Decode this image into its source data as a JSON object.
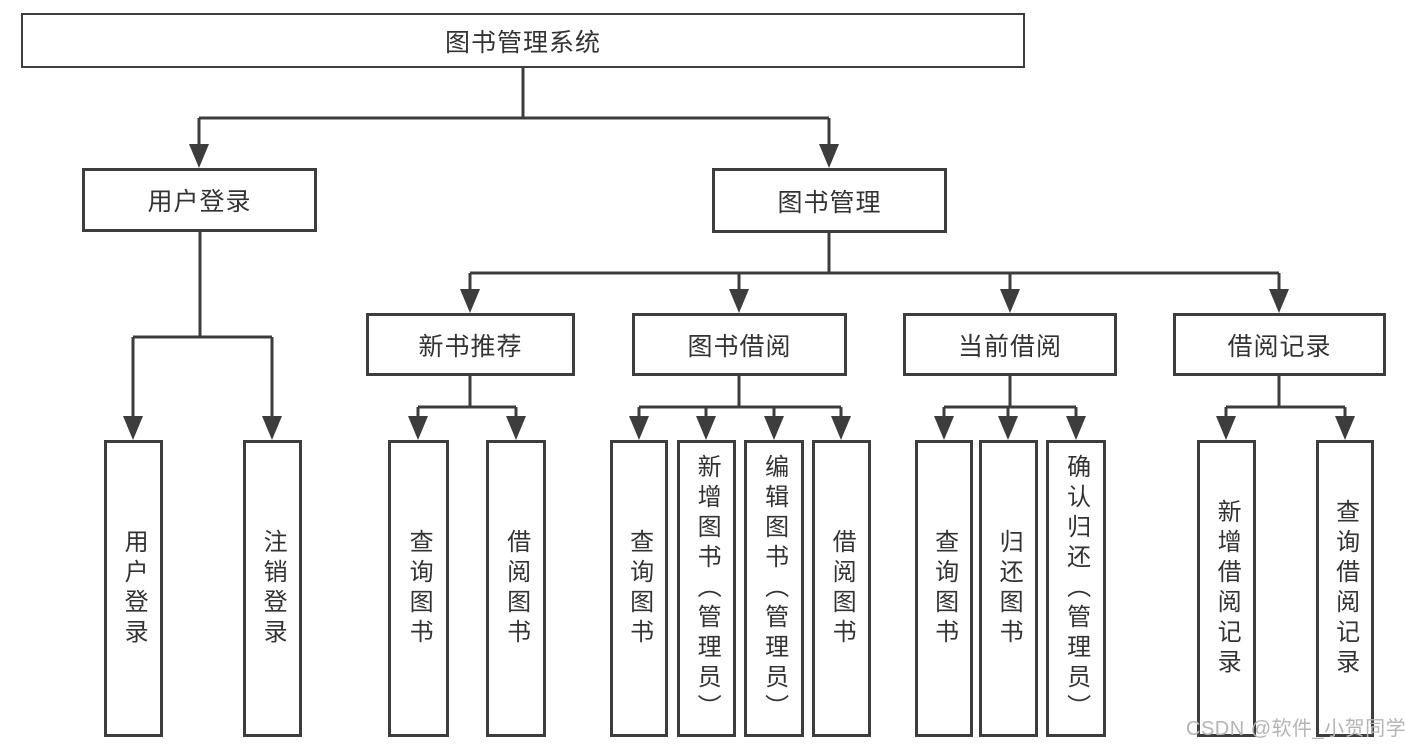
{
  "colors": {
    "background": "#ffffff",
    "line": "#3d3d3d",
    "text": "#333333",
    "watermark_text": "#b5b5b5"
  },
  "tree": {
    "root": {
      "label": "图书管理系统",
      "children": [
        {
          "label": "用户登录",
          "children": [
            {
              "label": "用户登录"
            },
            {
              "label": "注销登录"
            }
          ]
        },
        {
          "label": "图书管理",
          "children": [
            {
              "label": "新书推荐",
              "children": [
                {
                  "label": "查询图书"
                },
                {
                  "label": "借阅图书"
                }
              ]
            },
            {
              "label": "图书借阅",
              "children": [
                {
                  "label": "查询图书"
                },
                {
                  "label": "新增图书（管理员）"
                },
                {
                  "label": "编辑图书（管理员）"
                },
                {
                  "label": "借阅图书"
                }
              ]
            },
            {
              "label": "当前借阅",
              "children": [
                {
                  "label": "查询图书"
                },
                {
                  "label": "归还图书"
                },
                {
                  "label": "确认归还（管理员）"
                }
              ]
            },
            {
              "label": "借阅记录",
              "children": [
                {
                  "label": "新增借阅记录"
                },
                {
                  "label": "查询借阅记录"
                }
              ]
            }
          ]
        }
      ]
    }
  },
  "watermark": {
    "text": "CSDN @软件_小贺同学"
  }
}
